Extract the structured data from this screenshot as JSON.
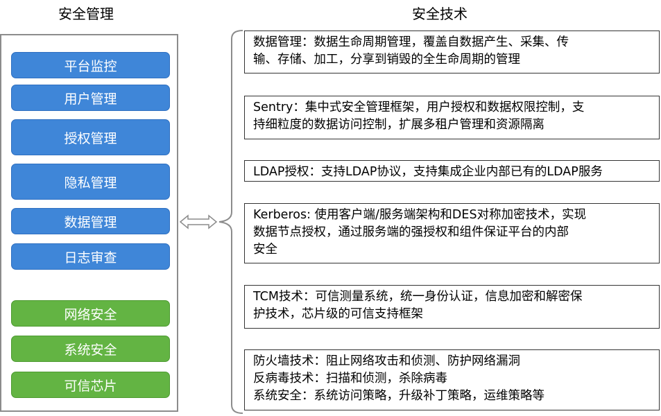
{
  "headings": {
    "left": "安全管理",
    "right": "安全技术"
  },
  "management": {
    "blue_items": [
      "平台监控",
      "用户管理",
      "授权管理",
      "隐私管理",
      "数据管理",
      "日志审查"
    ],
    "green_items": [
      "网络安全",
      "系统安全",
      "可信芯片"
    ]
  },
  "technologies": [
    "数据管理：数据生命周期管理，覆盖自数据产生、采集、传\n输、存储、加工，分享到销毁的全生命周期的管理",
    "Sentry：集中式安全管理框架，用户授权和数据权限控制，支\n持细粒度的数据访问控制，扩展多租户管理和资源隔离",
    "LDAP授权：支持LDAP协议，支持集成企业内部已有的LDAP服务",
    " Kerberos: 使用客户端/服务端架构和DES对称加密技术，实现\n数据节点授权，通过服务端的强授权和组件保证平台的内部\n安全",
    "TCM技术：可信测量系统，统一身份认证，信息加密和解密保\n护技术，芯片级的可信支持框架",
    "防火墙技术：阻止网络攻击和侦测、防护网络漏洞\n反病毒技术：扫描和侦测，杀除病毒\n系统安全：系统访问策略，升级补丁策略，运维策略等"
  ],
  "colors": {
    "blue": "#3f86d8",
    "green": "#63b443",
    "border": "#8c8c8c"
  }
}
